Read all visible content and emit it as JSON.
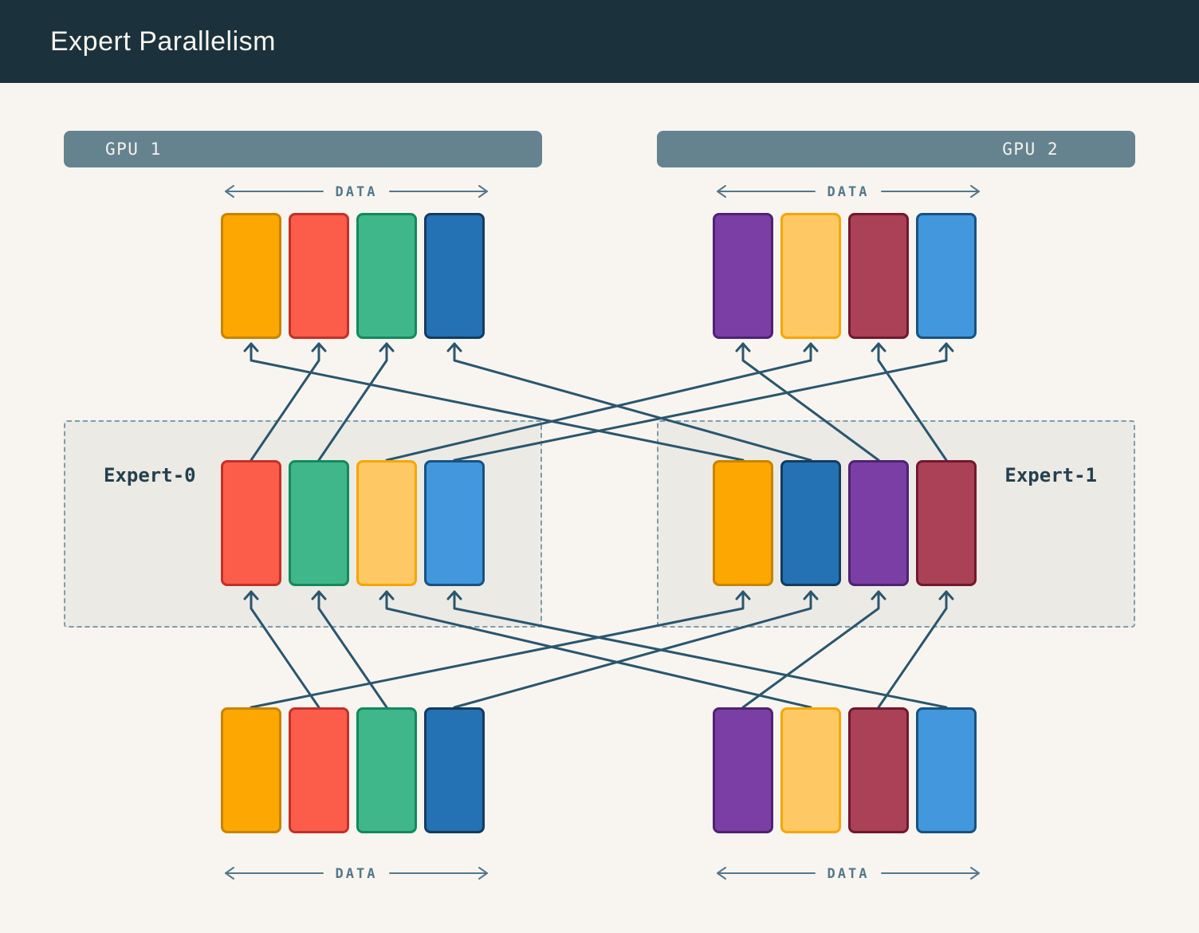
{
  "title": "Expert Parallelism",
  "gpus": [
    {
      "label": "GPU 1"
    },
    {
      "label": "GPU 2"
    }
  ],
  "data_axis_label": "DATA",
  "experts": [
    {
      "label": "Expert-0"
    },
    {
      "label": "Expert-1"
    }
  ],
  "palette": {
    "orange": {
      "fill": "#FCA702",
      "stroke": "#C88400"
    },
    "red": {
      "fill": "#FB5D4A",
      "stroke": "#C33126"
    },
    "green": {
      "fill": "#40B78A",
      "stroke": "#13895F"
    },
    "blue": {
      "fill": "#2471B4",
      "stroke": "#143C60"
    },
    "purple": {
      "fill": "#7B3EA5",
      "stroke": "#4E2370"
    },
    "amber": {
      "fill": "#FEC964",
      "stroke": "#F7A600"
    },
    "maroon": {
      "fill": "#AA4156",
      "stroke": "#72182E"
    },
    "lightblue": {
      "fill": "#4297DD",
      "stroke": "#175381"
    }
  },
  "token_rows": {
    "top_left": [
      "orange",
      "red",
      "green",
      "blue"
    ],
    "top_right": [
      "purple",
      "amber",
      "maroon",
      "lightblue"
    ],
    "expert0": [
      "red",
      "green",
      "amber",
      "lightblue"
    ],
    "expert1": [
      "orange",
      "blue",
      "purple",
      "maroon"
    ],
    "bottom_left": [
      "orange",
      "red",
      "green",
      "blue"
    ],
    "bottom_right": [
      "purple",
      "amber",
      "maroon",
      "lightblue"
    ]
  },
  "connections": {
    "bottom_to_expert": [
      [
        "bottom_left",
        0,
        "expert1",
        0
      ],
      [
        "bottom_left",
        1,
        "expert0",
        0
      ],
      [
        "bottom_left",
        2,
        "expert0",
        1
      ],
      [
        "bottom_left",
        3,
        "expert1",
        1
      ],
      [
        "bottom_right",
        0,
        "expert1",
        2
      ],
      [
        "bottom_right",
        1,
        "expert0",
        2
      ],
      [
        "bottom_right",
        2,
        "expert1",
        3
      ],
      [
        "bottom_right",
        3,
        "expert0",
        3
      ]
    ],
    "expert_to_top": [
      [
        "expert0",
        0,
        "top_left",
        1
      ],
      [
        "expert0",
        1,
        "top_left",
        2
      ],
      [
        "expert0",
        2,
        "top_right",
        1
      ],
      [
        "expert0",
        3,
        "top_right",
        3
      ],
      [
        "expert1",
        0,
        "top_left",
        0
      ],
      [
        "expert1",
        1,
        "top_left",
        3
      ],
      [
        "expert1",
        2,
        "top_right",
        0
      ],
      [
        "expert1",
        3,
        "top_right",
        2
      ]
    ]
  },
  "colors": {
    "background": "#F8F5F0",
    "header": "#1B323C",
    "gpu_bar": "#64838F",
    "connector": "#2A566E",
    "axis": "#54788B",
    "expert_box_fill": "#ECEAE5",
    "expert_box_border": "#7E9CAB",
    "expert_label": "#24404D",
    "title_text": "#F7F5EF",
    "gpu_text": "#F4F2EC"
  }
}
